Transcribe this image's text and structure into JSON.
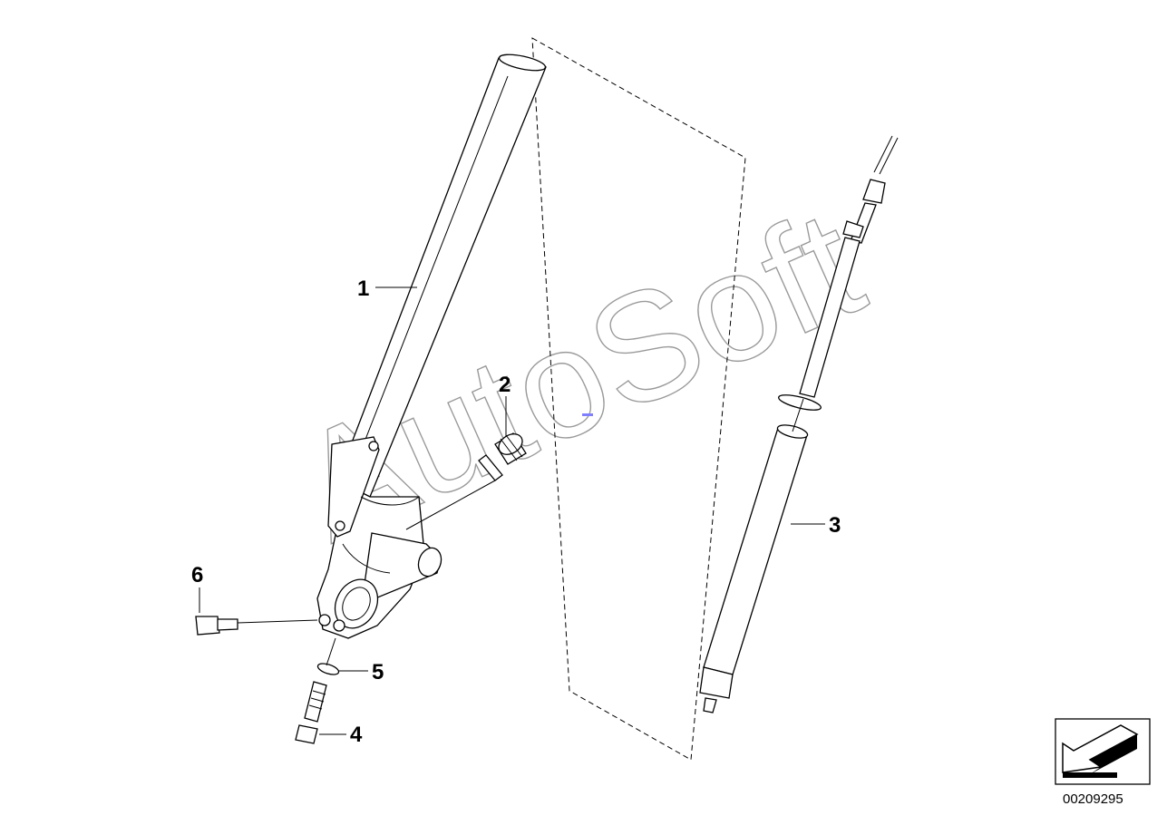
{
  "watermark": "AutoSoft",
  "diagram_number": "00209295",
  "callouts": [
    {
      "id": "1",
      "label": "1"
    },
    {
      "id": "2",
      "label": "2"
    },
    {
      "id": "3",
      "label": "3"
    },
    {
      "id": "4",
      "label": "4"
    },
    {
      "id": "5",
      "label": "5"
    },
    {
      "id": "6",
      "label": "6"
    }
  ],
  "colors": {
    "line": "#000000",
    "background": "#ffffff",
    "watermark": "#9a9a9a",
    "marker": "#8080ff"
  },
  "icons": [
    "direction-arrow-icon"
  ]
}
